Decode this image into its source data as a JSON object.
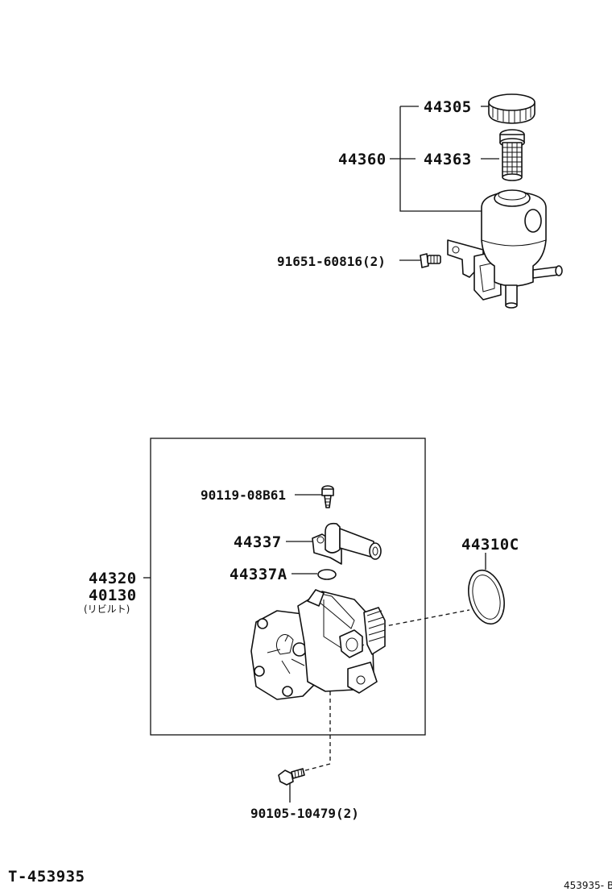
{
  "labels": {
    "p44305": "44305",
    "p44360": "44360",
    "p44363": "44363",
    "p91651": "91651-60816(2)",
    "p90119": "90119-08B61",
    "p44337": "44337",
    "p44337A": "44337A",
    "p44310C": "44310C",
    "p44320": "44320",
    "p40130": "40130",
    "rebuilt_note": "(リビルト)",
    "p90105": "90105-10479(2)"
  },
  "footer": {
    "diagram_id": "T-453935",
    "ref_code": "453935- B"
  }
}
